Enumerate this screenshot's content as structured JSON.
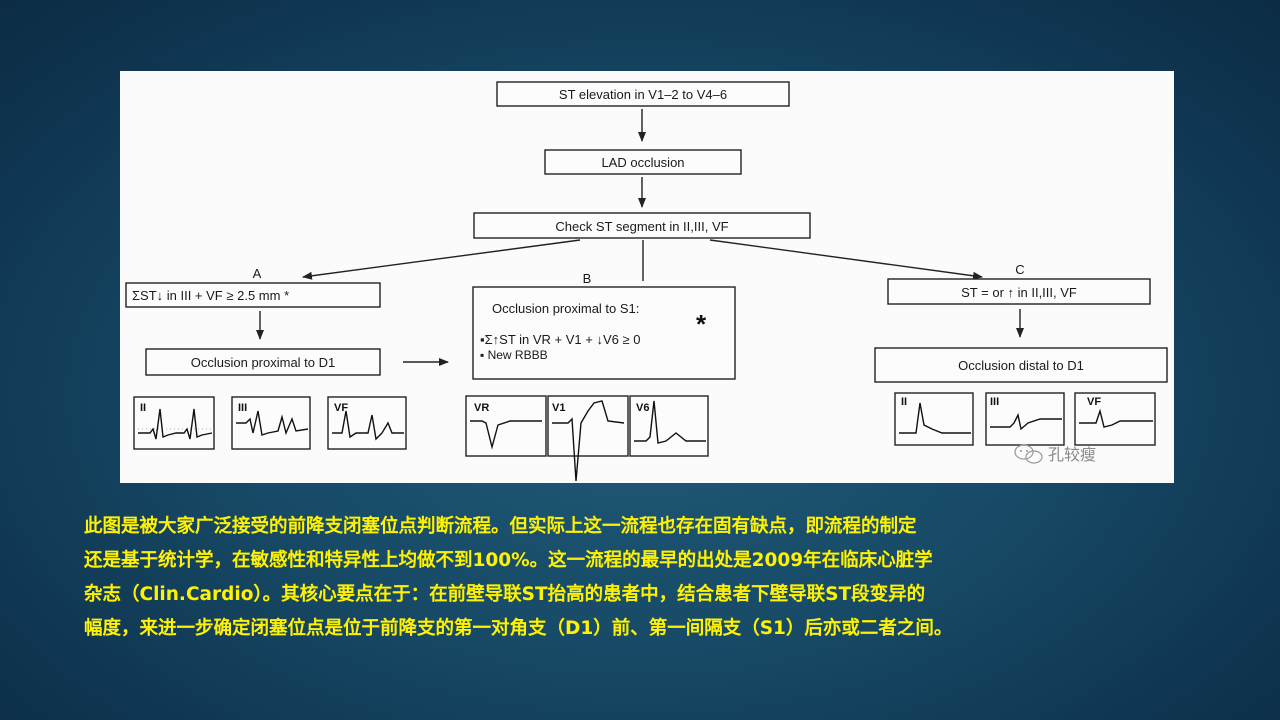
{
  "flowchart": {
    "top_box": "ST elevation in V1–2 to V4–6",
    "lad_box": "LAD occlusion",
    "check_box": "Check ST segment in II,III, VF",
    "branch_a": {
      "label": "A",
      "criterion": "ΣST↓ in III  +  VF ≥ 2.5 mm *",
      "result": "Occlusion proximal to D1",
      "leads": [
        "II",
        "III",
        "VF"
      ]
    },
    "branch_b": {
      "label": "B",
      "title": "Occlusion proximal to S1:",
      "star": "*",
      "bullet1": "▪Σ↑ST  in  VR + V1 + ↓V6 ≥ 0",
      "bullet2": "▪ New RBBB",
      "leads": [
        "VR",
        "V1",
        "V6"
      ]
    },
    "branch_c": {
      "label": "C",
      "criterion": "ST = or ↑ in II,III, VF",
      "result": "Occlusion distal to D1",
      "leads": [
        "II",
        "III",
        "VF"
      ]
    },
    "watermark": "孔较瘦"
  },
  "caption": {
    "line1": "此图是被大家广泛接受的前降支闭塞位点判断流程。但实际上这一流程也存在固有缺点，即流程的制定",
    "line2": "还是基于统计学，在敏感性和特异性上均做不到100%。这一流程的最早的出处是2009年在临床心脏学",
    "line3": "杂志（Clin.Cardio）。其核心要点在于：在前壁导联ST抬高的患者中，结合患者下壁导联ST段变异的",
    "line4": "幅度，来进一步确定闭塞位点是位于前降支的第一对角支（D1）前、第一间隔支（S1）后亦或二者之间。"
  },
  "colors": {
    "background": "#174a66",
    "caption_text": "#fff200",
    "figure_bg": "#fbfbfb"
  }
}
